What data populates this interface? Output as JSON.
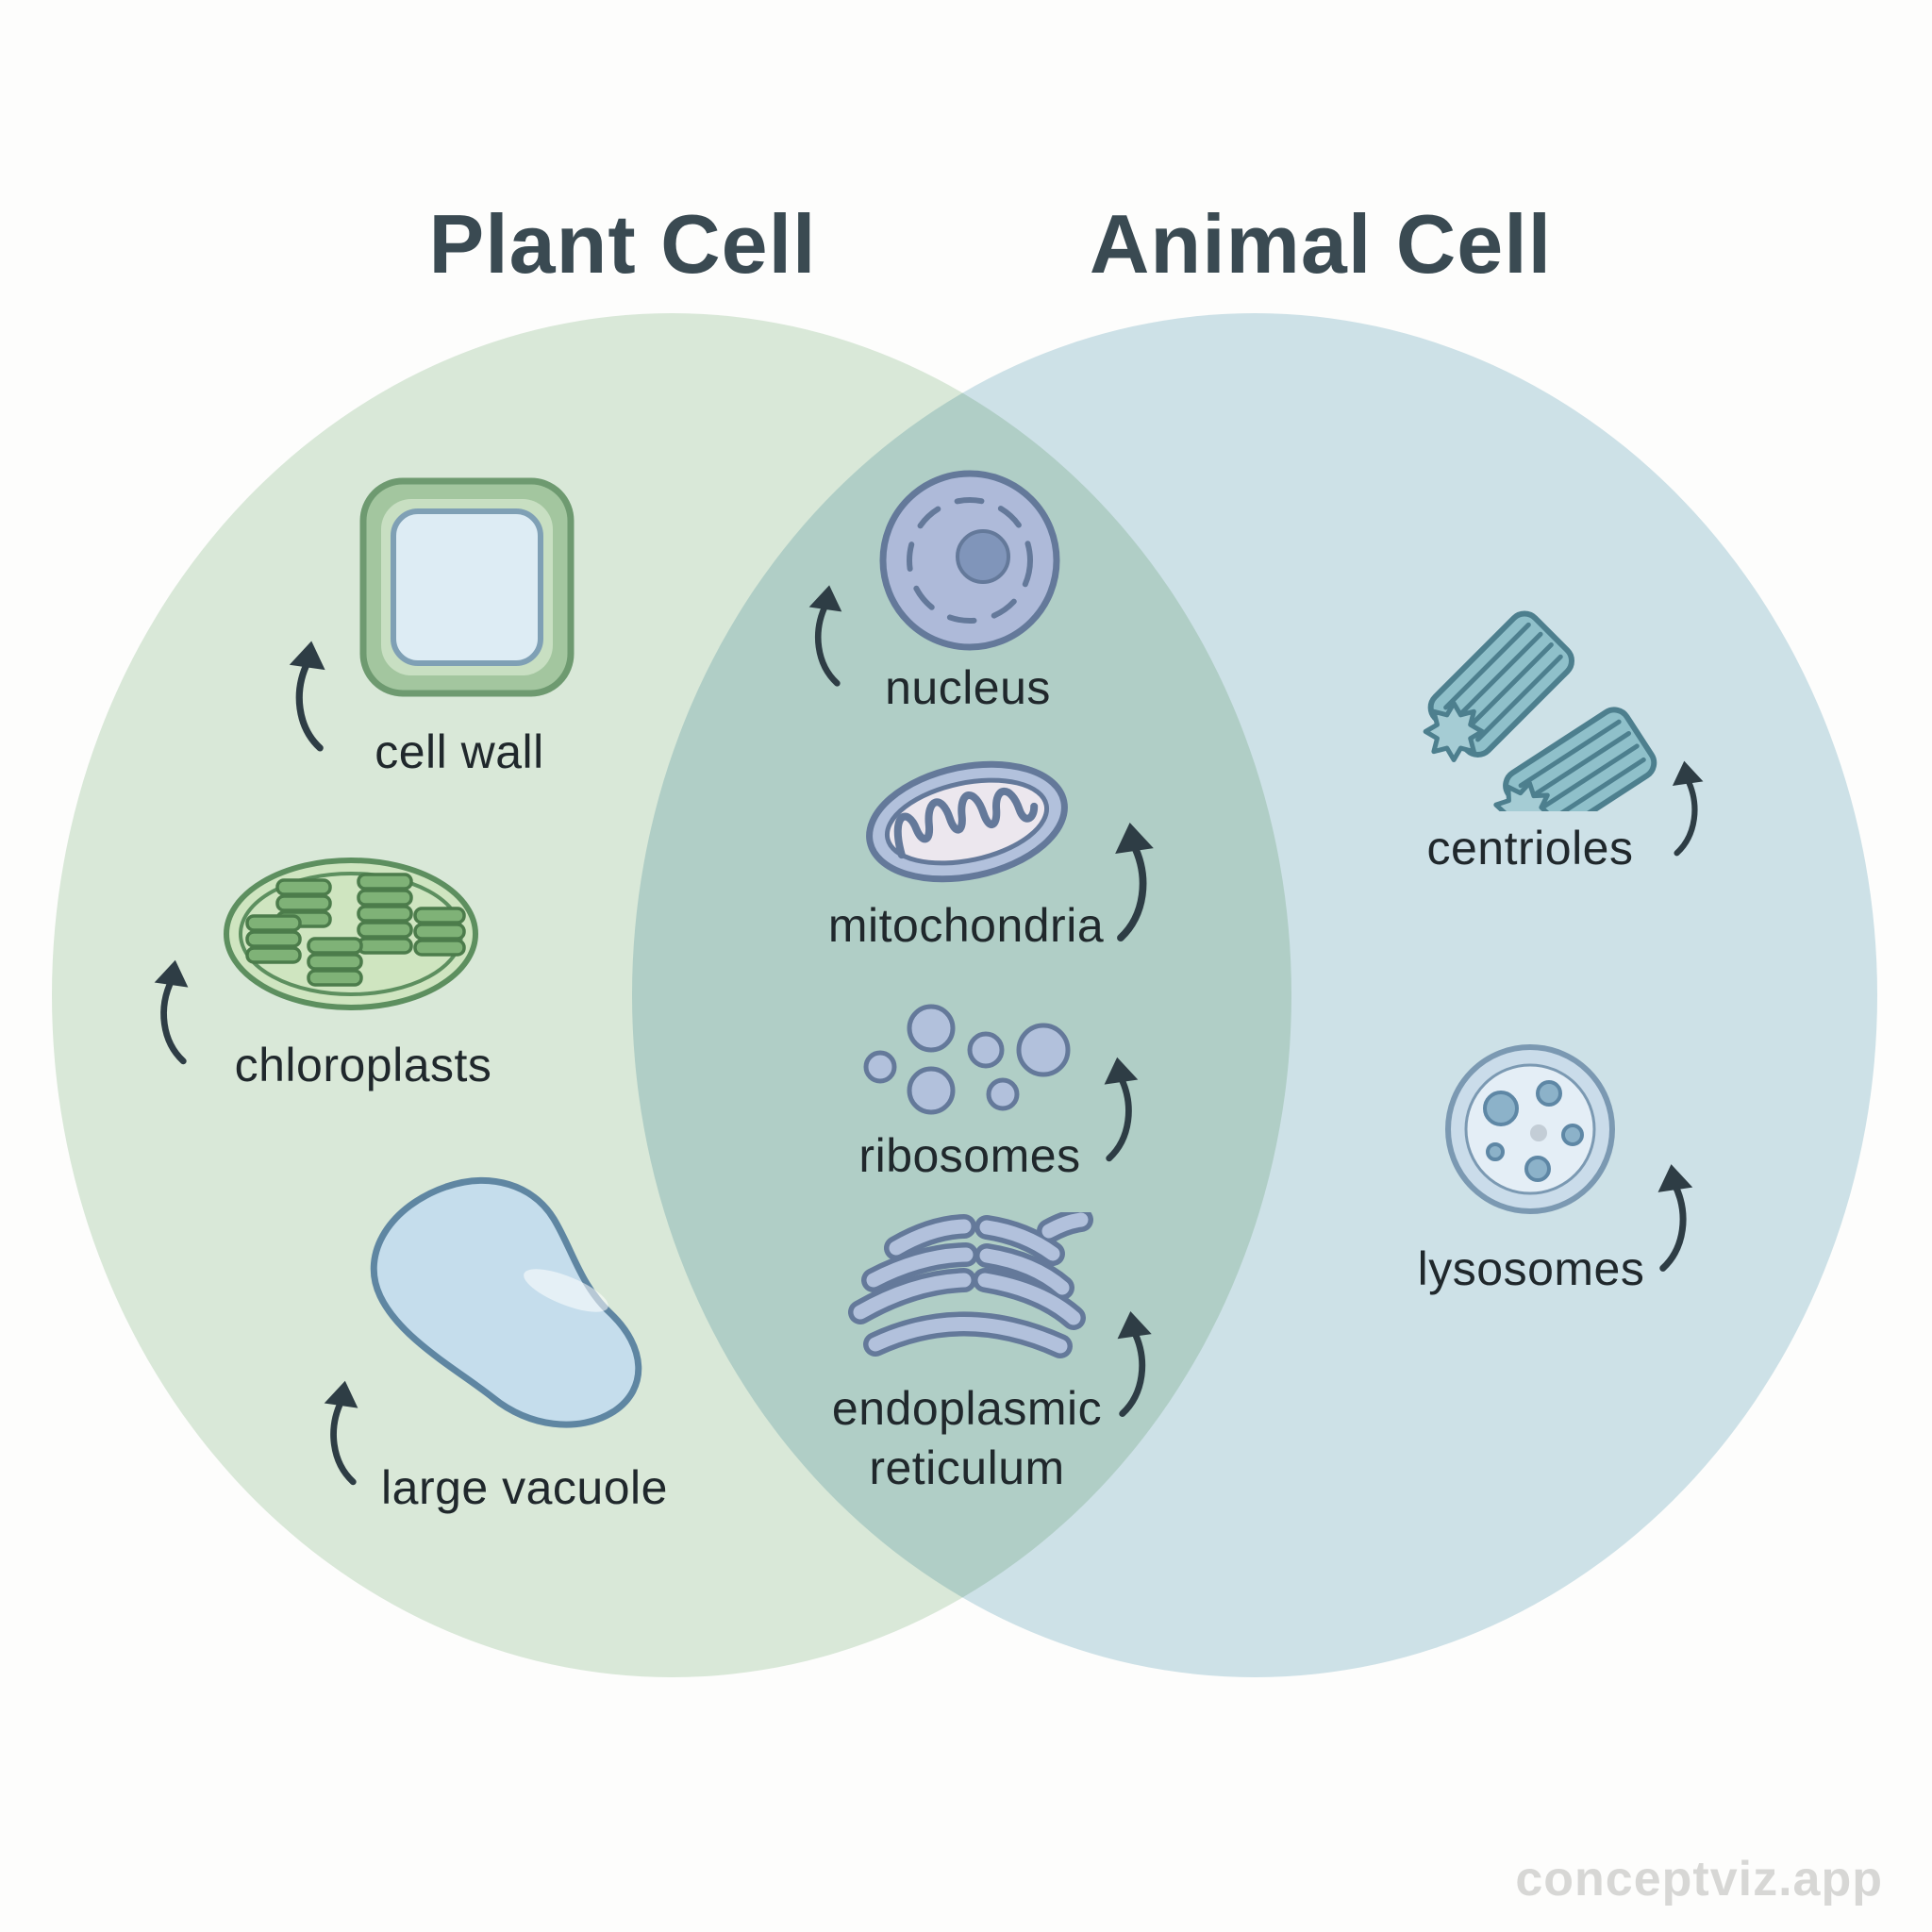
{
  "titles": {
    "left": "Plant Cell",
    "right": "Animal Cell"
  },
  "sections": {
    "plant_only": {
      "items": [
        {
          "label": "cell wall",
          "icon": "cell-wall-icon"
        },
        {
          "label": "chloroplasts",
          "icon": "chloroplast-icon"
        },
        {
          "label": "large vacuole",
          "icon": "large-vacuole-icon"
        }
      ]
    },
    "shared": {
      "items": [
        {
          "label": "nucleus",
          "icon": "nucleus-icon"
        },
        {
          "label": "mitochondria",
          "icon": "mitochondria-icon"
        },
        {
          "label": "ribosomes",
          "icon": "ribosomes-icon"
        },
        {
          "label": "endoplasmic reticulum",
          "line1": "endoplasmic",
          "line2": "reticulum",
          "icon": "endoplasmic-reticulum-icon"
        }
      ]
    },
    "animal_only": {
      "items": [
        {
          "label": "centrioles",
          "icon": "centrioles-icon"
        },
        {
          "label": "lysosomes",
          "icon": "lysosome-icon"
        }
      ]
    }
  },
  "watermark": "conceptviz.app",
  "colors": {
    "background": "#fdfdfc",
    "plant_circle": "#d9e8d8",
    "animal_circle": "#cfe3ea",
    "title_text": "#3a4a52",
    "label_text": "#20282c",
    "arrow": "#2e3d45",
    "watermark_text": "#d7d7d5",
    "green_dark": "#5d8f5f",
    "green_band": "#a3c69f",
    "green_light": "#c8dfc2",
    "cellwall_stroke": "#6e9a70",
    "cellwall_inner_stroke": "#7fa0b5",
    "cellwall_inner_fill": "#ddecf4",
    "chloro_fill": "#cfe5c0",
    "pill_fill": "#7fb277",
    "pill_stroke": "#4c7c4b",
    "vacuole_fill": "#c5ddec",
    "vacuole_stroke": "#5f86a2",
    "nucleus_fill": "#aebad9",
    "nucleolus_fill": "#8095ba",
    "organelle_fill": "#b2c1dc",
    "organelle_stroke": "#64799a",
    "matrix_fill": "#ece7ee",
    "teal_fill": "#8fc0ca",
    "teal_star_fill": "#a5ccd4",
    "teal_stroke": "#4d7f8e",
    "lyso_ring_fill": "#cadcea",
    "lyso_ring_stroke": "#7b99b2",
    "lyso_inner_fill": "#e4eef6",
    "lyso_dot_fill": "#8cb2c9",
    "lyso_dot_stroke": "#5e87a5"
  }
}
